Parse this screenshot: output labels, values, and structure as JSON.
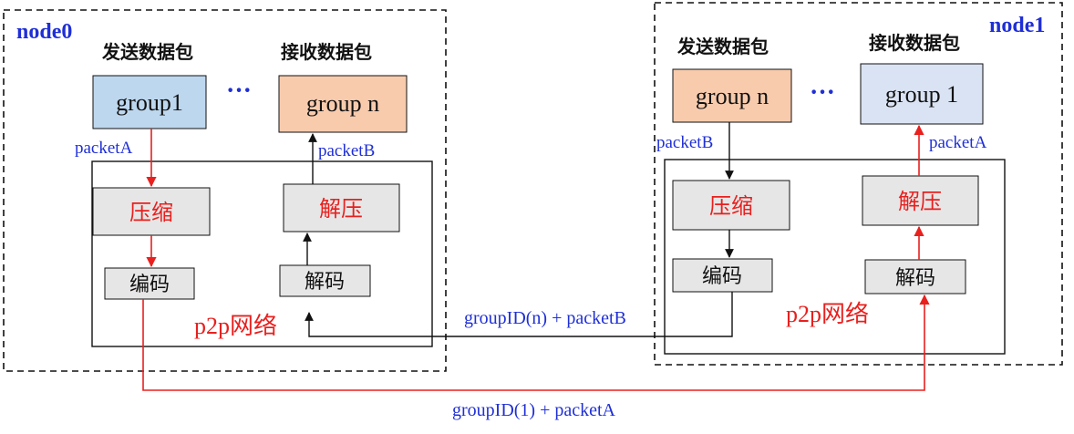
{
  "colors": {
    "red": "#e8201e",
    "blue": "#1f2fd6",
    "black": "#111111",
    "group_blue": "#bdd7ee",
    "group_orange": "#f8cbad",
    "group_lightblue": "#dae3f3",
    "stage_gray": "#e7e6e6"
  },
  "node0": {
    "name": "node0",
    "send_header": "发送数据包",
    "recv_header": "接收数据包",
    "send_group": "group1",
    "recv_group": "group n",
    "ellipsis": "···",
    "compress": "压缩",
    "decompress": "解压",
    "encode": "编码",
    "decode": "解码",
    "packet_out": "packetA",
    "packet_in": "packetB",
    "network": "p2p网络"
  },
  "node1": {
    "name": "node1",
    "send_header": "发送数据包",
    "recv_header": "接收数据包",
    "send_group": "group n",
    "recv_group": "group 1",
    "ellipsis": "···",
    "compress": "压缩",
    "decompress": "解压",
    "encode": "编码",
    "decode": "解码",
    "packet_out": "packetB",
    "packet_in": "packetA",
    "network": "p2p网络"
  },
  "links": {
    "node1_to_node0": "groupID(n) + packetB",
    "node0_to_node1": "groupID(1) + packetA"
  }
}
